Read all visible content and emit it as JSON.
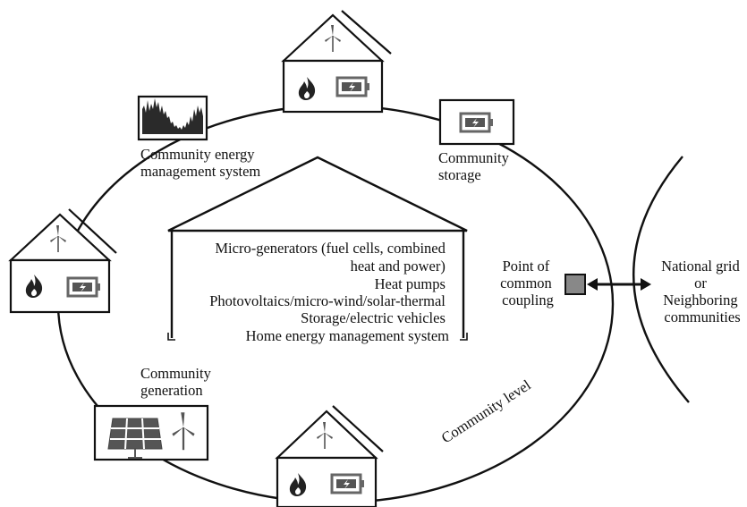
{
  "labels": {
    "cems_line1": "Community energy",
    "cems_line2": "management system",
    "storage_line1": "Community",
    "storage_line2": "storage",
    "generation_line1": "Community",
    "generation_line2": "generation",
    "pcc_line1": "Point of",
    "pcc_line2": "common",
    "pcc_line3": "coupling",
    "national_line1": "National grid",
    "national_line2": "or",
    "national_line3": "Neighboring",
    "national_line4": "communities",
    "community_level": "Community level"
  },
  "home_features": [
    "Micro-generators (fuel cells, combined",
    "heat and power)",
    "Heat pumps",
    "Photovoltaics/micro-wind/solar-thermal",
    "Storage/electric vehicles",
    "Home energy management system"
  ],
  "icons": {
    "house": "house-icon",
    "flame": "flame-icon",
    "battery": "battery-icon",
    "wind_turbine": "wind-turbine-icon",
    "solar_panel": "solar-panel-icon",
    "chart": "energy-chart-icon"
  }
}
